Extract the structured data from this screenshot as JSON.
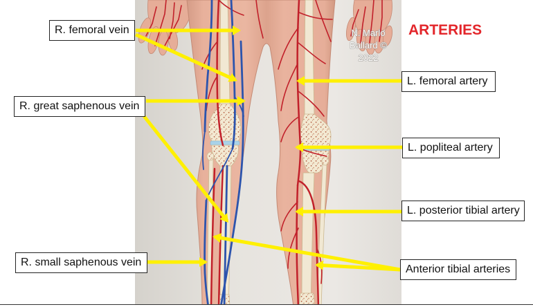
{
  "slide": {
    "heading": "ARTERIES",
    "watermark": {
      "line1": "N. Marlo",
      "line2": "Ballard ©",
      "line3": "2022"
    },
    "labels": {
      "r_femoral_vein": "R. femoral vein",
      "r_great_saphenous_vein": "R. great saphenous vein",
      "r_small_saphenous_vein": "R. small saphenous vein",
      "l_femoral_artery": "L. femoral artery",
      "l_popliteal_artery": "L. popliteal artery",
      "l_posterior_tibial_artery": "L. posterior tibial artery",
      "anterior_tibial_arteries": "Anterior tibial arteries"
    }
  },
  "colors": {
    "heading": "#e3262b",
    "arrow": "#fff000",
    "artery": "#c1202a",
    "vein": "#2c54ad",
    "label_border": "#222222"
  }
}
